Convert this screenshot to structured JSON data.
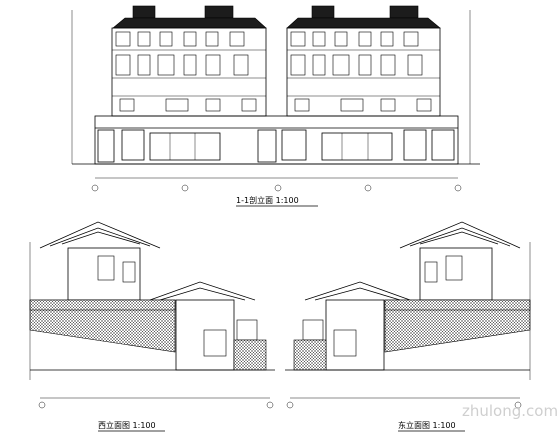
{
  "drawings": [
    {
      "id": "section",
      "title": "1-1剖立面 1:100"
    },
    {
      "id": "west",
      "title": "西立面图 1:100"
    },
    {
      "id": "east",
      "title": "东立面图 1:100"
    }
  ],
  "watermark": "zhulong.com"
}
